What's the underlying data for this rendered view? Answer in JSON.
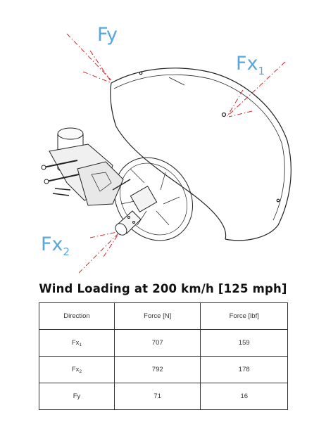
{
  "diagram": {
    "labels": {
      "fy": {
        "text": "Fy"
      },
      "fx1": {
        "text": "Fx",
        "sub": "1"
      },
      "fx2": {
        "text": "Fx",
        "sub": "2"
      }
    },
    "label_color": "#5aa7dc",
    "arrow_color": "#d9252b"
  },
  "table": {
    "title": "Wind Loading at 200 km/h [125 mph]",
    "headers": [
      "Direction",
      "Force [N]",
      "Force [lbf]"
    ],
    "rows": [
      {
        "dir": "Fx",
        "dir_sub": "1",
        "force_n": "707",
        "force_lbf": "159"
      },
      {
        "dir": "Fx",
        "dir_sub": "2",
        "force_n": "792",
        "force_lbf": "178"
      },
      {
        "dir": "Fy",
        "dir_sub": "",
        "force_n": "71",
        "force_lbf": "16"
      }
    ]
  }
}
